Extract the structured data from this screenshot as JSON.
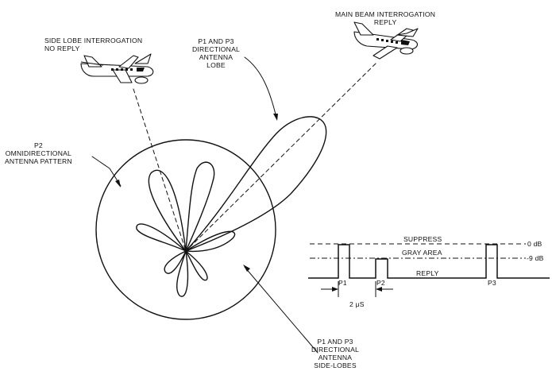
{
  "labels": {
    "side_lobe": [
      "SIDE LOBE INTERROGATION",
      "NO REPLY"
    ],
    "main_beam": [
      "MAIN BEAM INTERROGATION",
      "REPLY"
    ],
    "directional_lobe": [
      "P1 AND P3",
      "DIRECTIONAL",
      "ANTENNA",
      "LOBE"
    ],
    "omni": [
      "P2",
      "OMNIDIRECTIONAL",
      "ANTENNA PATTERN"
    ],
    "side_lobes": [
      "P1 AND P3",
      "DIRECTIONAL",
      "ANTENNA",
      "SIDE-LOBES"
    ]
  },
  "timing": {
    "suppress": "SUPPRESS",
    "gray_area": "GRAY AREA",
    "reply": "REPLY",
    "zero_db": "0 dB",
    "minus9_db": "-9 dB",
    "p1": "P1",
    "p2": "P2",
    "p3": "P3",
    "spacing": "2 μS"
  }
}
